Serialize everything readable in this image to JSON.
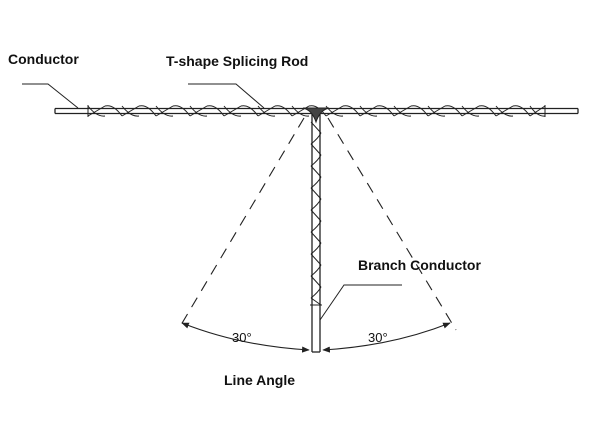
{
  "labels": {
    "conductor": "Conductor",
    "splicing_rod": "T-shape Splicing Rod",
    "branch_conductor": "Branch Conductor",
    "line_angle": "Line Angle"
  },
  "angles": {
    "left": "30°",
    "right": "30°"
  },
  "colors": {
    "line": "#222222",
    "background": "#ffffff"
  }
}
